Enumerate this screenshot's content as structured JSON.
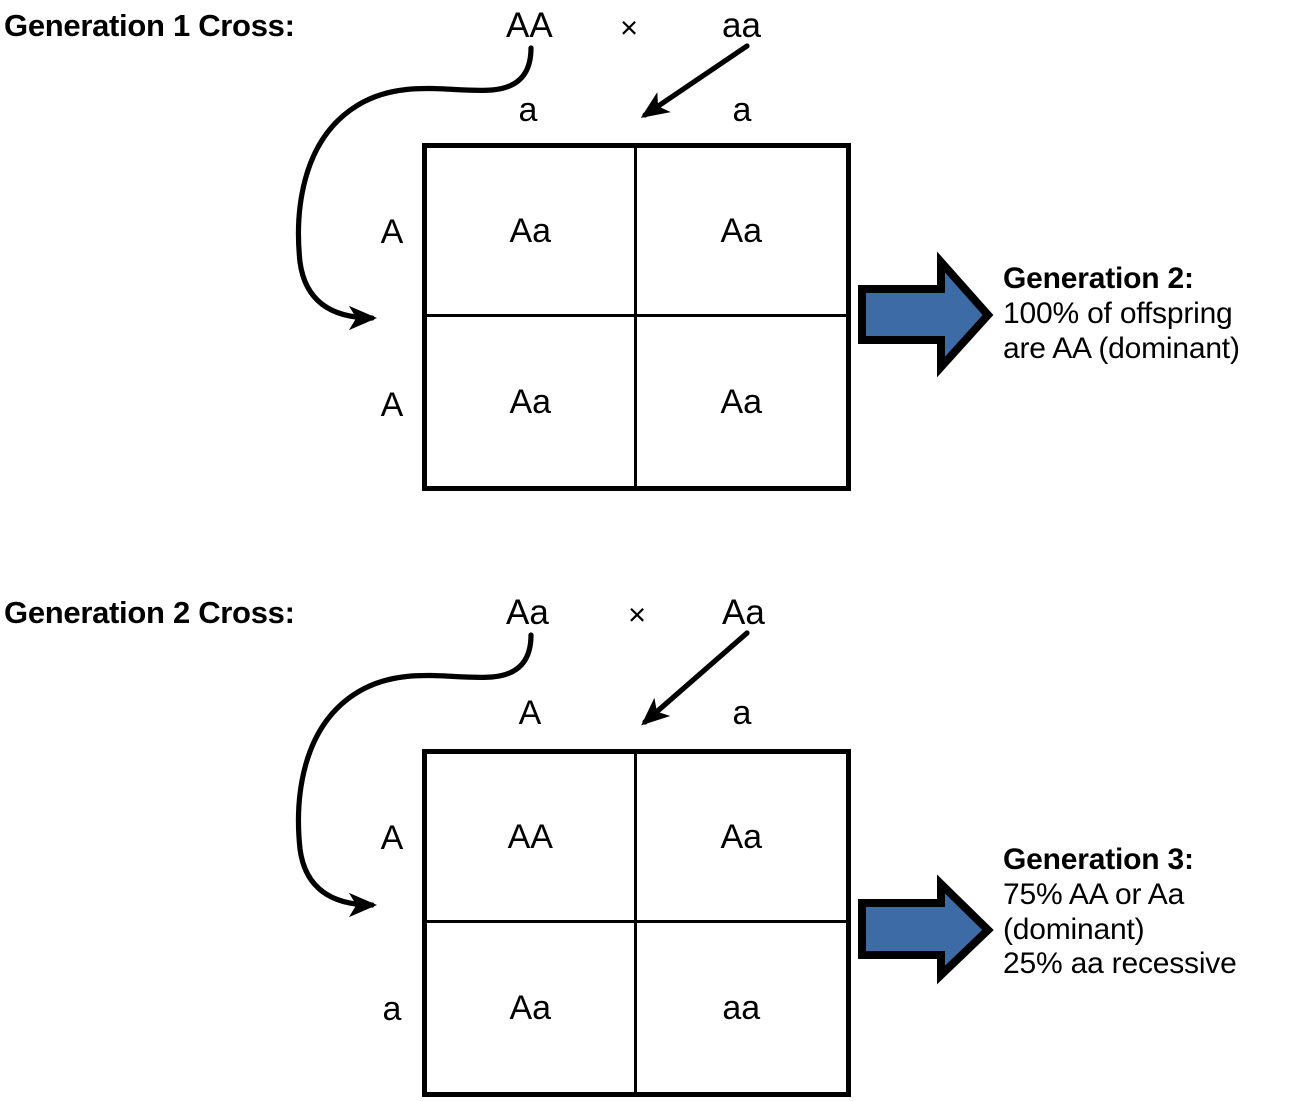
{
  "figure": {
    "type": "punnett-square-diagram",
    "background_color": "#ffffff",
    "ink_color": "#000000",
    "arrow_fill_color": "#3d6ba5",
    "arrow_outline_color": "#000000"
  },
  "sections": [
    {
      "title": "Generation 1 Cross:",
      "parents": {
        "left_genotype": "AA",
        "cross_symbol": "×",
        "right_genotype": "aa"
      },
      "column_headers": [
        "a",
        "a"
      ],
      "row_headers": [
        "A",
        "A"
      ],
      "cells": [
        [
          "Aa",
          "Aa"
        ],
        [
          "Aa",
          "Aa"
        ]
      ],
      "result": {
        "title": "Generation 2:",
        "lines": [
          "100% of offspring",
          "are AA (dominant)"
        ]
      }
    },
    {
      "title": "Generation 2 Cross:",
      "parents": {
        "left_genotype": "Aa",
        "cross_symbol": "×",
        "right_genotype": "Aa"
      },
      "column_headers": [
        "A",
        "a"
      ],
      "row_headers": [
        "A",
        "a"
      ],
      "cells": [
        [
          "AA",
          "Aa"
        ],
        [
          "Aa",
          "aa"
        ]
      ],
      "result": {
        "title": "Generation 3:",
        "lines": [
          "75% AA or Aa",
          "(dominant)",
          "25% aa recessive"
        ]
      }
    }
  ],
  "icons": {
    "curved_allele_arrow": "curved-arrow-icon",
    "diagonal_allele_arrow": "diagonal-arrow-icon",
    "result_block_arrow": "block-arrow-right-icon"
  }
}
